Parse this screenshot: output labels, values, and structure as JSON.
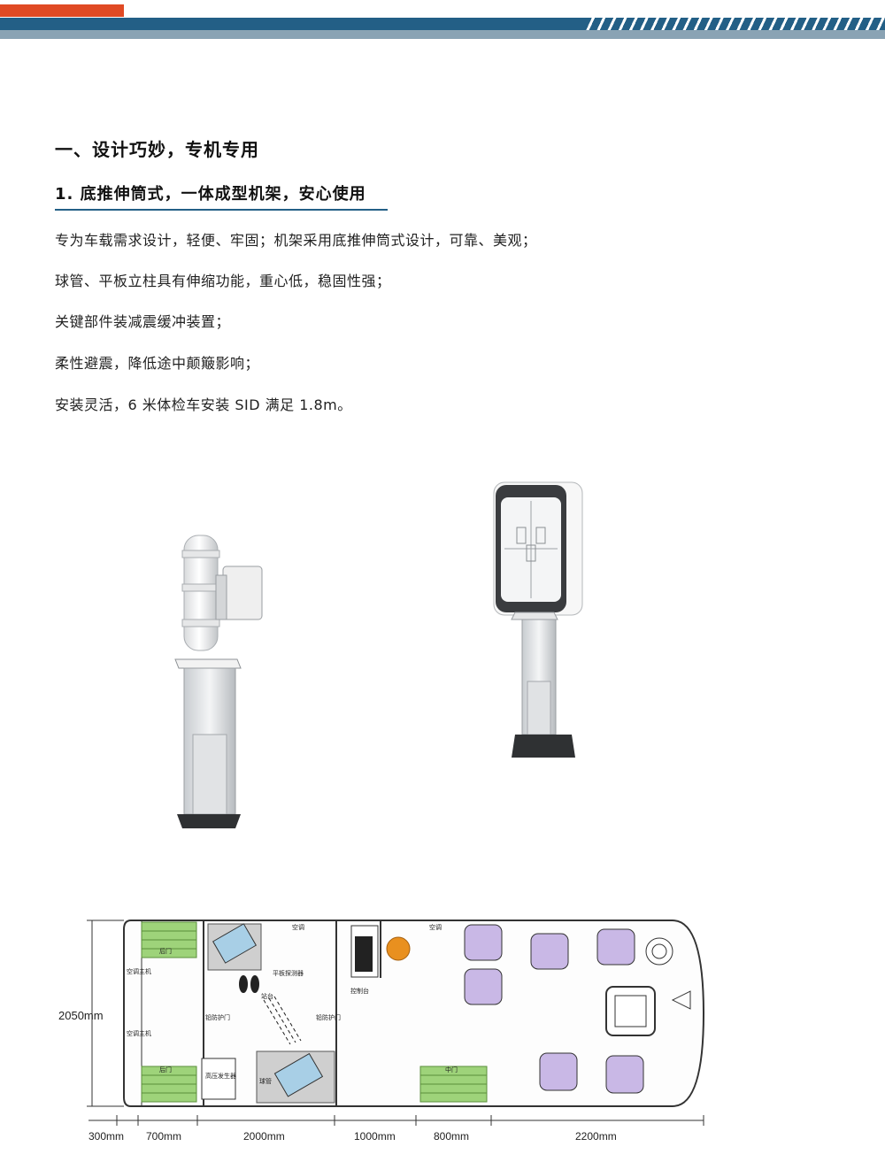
{
  "section_title": "一、设计巧妙，专机专用",
  "subsection_title": "1. 底推伸筒式，一体成型机架，安心使用",
  "paragraphs": [
    "专为车载需求设计，轻便、牢固；机架采用底推伸筒式设计，可靠、美观；",
    "球管、平板立柱具有伸缩功能，重心低，稳固性强；",
    "关键部件装减震缓冲装置；",
    "柔性避震，降低途中颠簸影响；",
    "安装灵活，6 米体检车安装 SID 满足 1.8m。"
  ],
  "colors": {
    "accent_red": "#e04a24",
    "accent_blue": "#235f86",
    "accent_grey": "#8aa3b4"
  },
  "floorplan": {
    "height_label": "2050mm",
    "width_labels": [
      "300mm",
      "700mm",
      "2000mm",
      "1000mm",
      "800mm",
      "2200mm"
    ],
    "room_labels": {
      "rear_door_top": "后门",
      "rear_door_bottom": "后门",
      "middle_door": "中门",
      "ac_top_left": "空调",
      "ac_top_right": "空调",
      "flat_panel": "平板探测器",
      "station": "站台",
      "tube": "球管",
      "generator": "高压发生器",
      "control_desk": "控制台",
      "ac_unit_1": "空调主机",
      "ac_unit_2": "空调主机",
      "lead_door_left": "铅防护门",
      "lead_door_right": "铅防护门"
    }
  }
}
